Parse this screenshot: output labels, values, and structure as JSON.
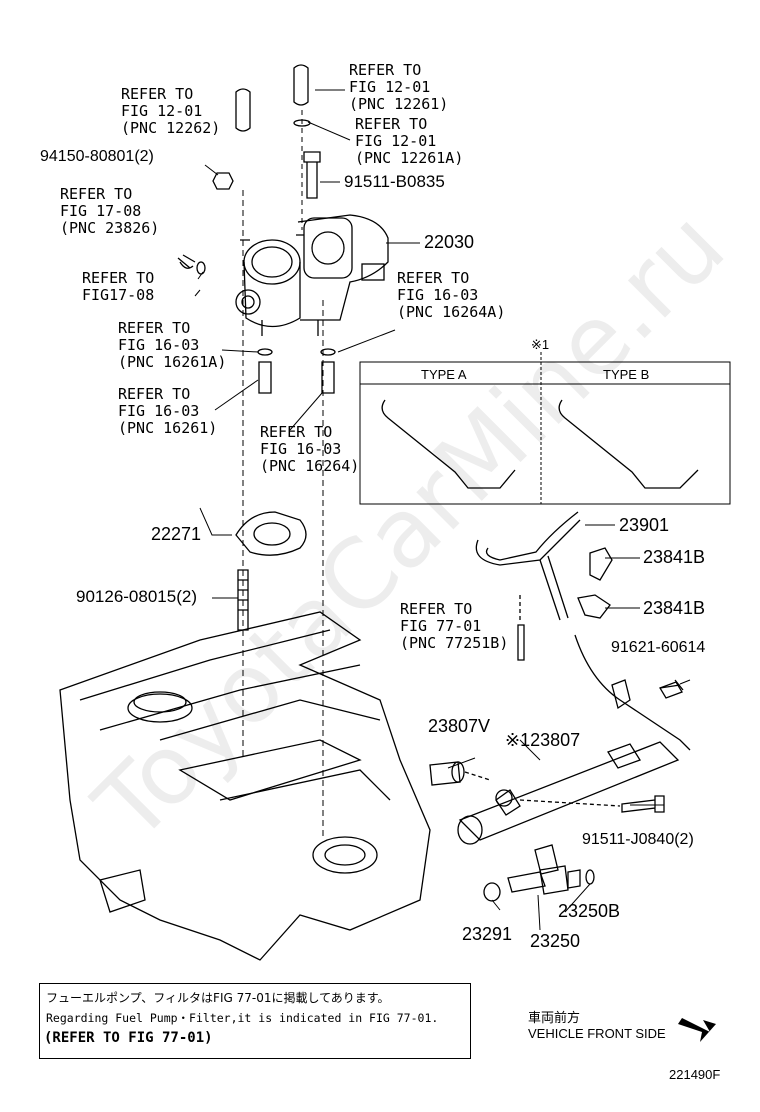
{
  "watermark": "ToyotaCarMine.ru",
  "labels": {
    "refer_12262": "REFER TO\nFIG 12-01\n(PNC 12262)",
    "refer_12261": "REFER TO\nFIG 12-01\n(PNC 12261)",
    "refer_12261a": "REFER TO\nFIG 12-01\n(PNC 12261A)",
    "refer_23826": "REFER TO\nFIG 17-08\n(PNC 23826)",
    "refer_1708": "REFER TO\nFIG17-08",
    "refer_16264a": "REFER TO\nFIG 16-03\n(PNC 16264A)",
    "refer_16261a": "REFER TO\nFIG 16-03\n(PNC 16261A)",
    "refer_16261": "REFER TO\nFIG 16-03\n(PNC 16261)",
    "refer_16264": "REFER TO\nFIG 16-03\n(PNC 16264)",
    "refer_77251b": "REFER TO\nFIG 77-01\n(PNC 77251B)"
  },
  "parts": {
    "p94150": "94150-80801(2)",
    "p91511b": "91511-B0835",
    "p22030": "22030",
    "p22271": "22271",
    "p90126": "90126-08015(2)",
    "p23901": "23901",
    "p23841b_1": "23841B",
    "p23841b_2": "23841B",
    "p91621": "91621-60614",
    "p23807v": "23807V",
    "p23807": "※123807",
    "p91511j": "91511-J0840(2)",
    "p23250b": "23250B",
    "p23291": "23291",
    "p23250": "23250"
  },
  "types": {
    "mark": "※1",
    "type_a": "TYPE A",
    "type_b": "TYPE B"
  },
  "note": {
    "jp": "フューエルポンプ、フィルタはFIG 77-01に掲載してあります。",
    "en": "Regarding Fuel Pump・Filter,it is indicated in FIG 77-01.",
    "ref": "(REFER TO FIG 77-01)"
  },
  "front": {
    "jp": "車両前方",
    "en": "VEHICLE FRONT SIDE"
  },
  "diagram_id": "221490F"
}
